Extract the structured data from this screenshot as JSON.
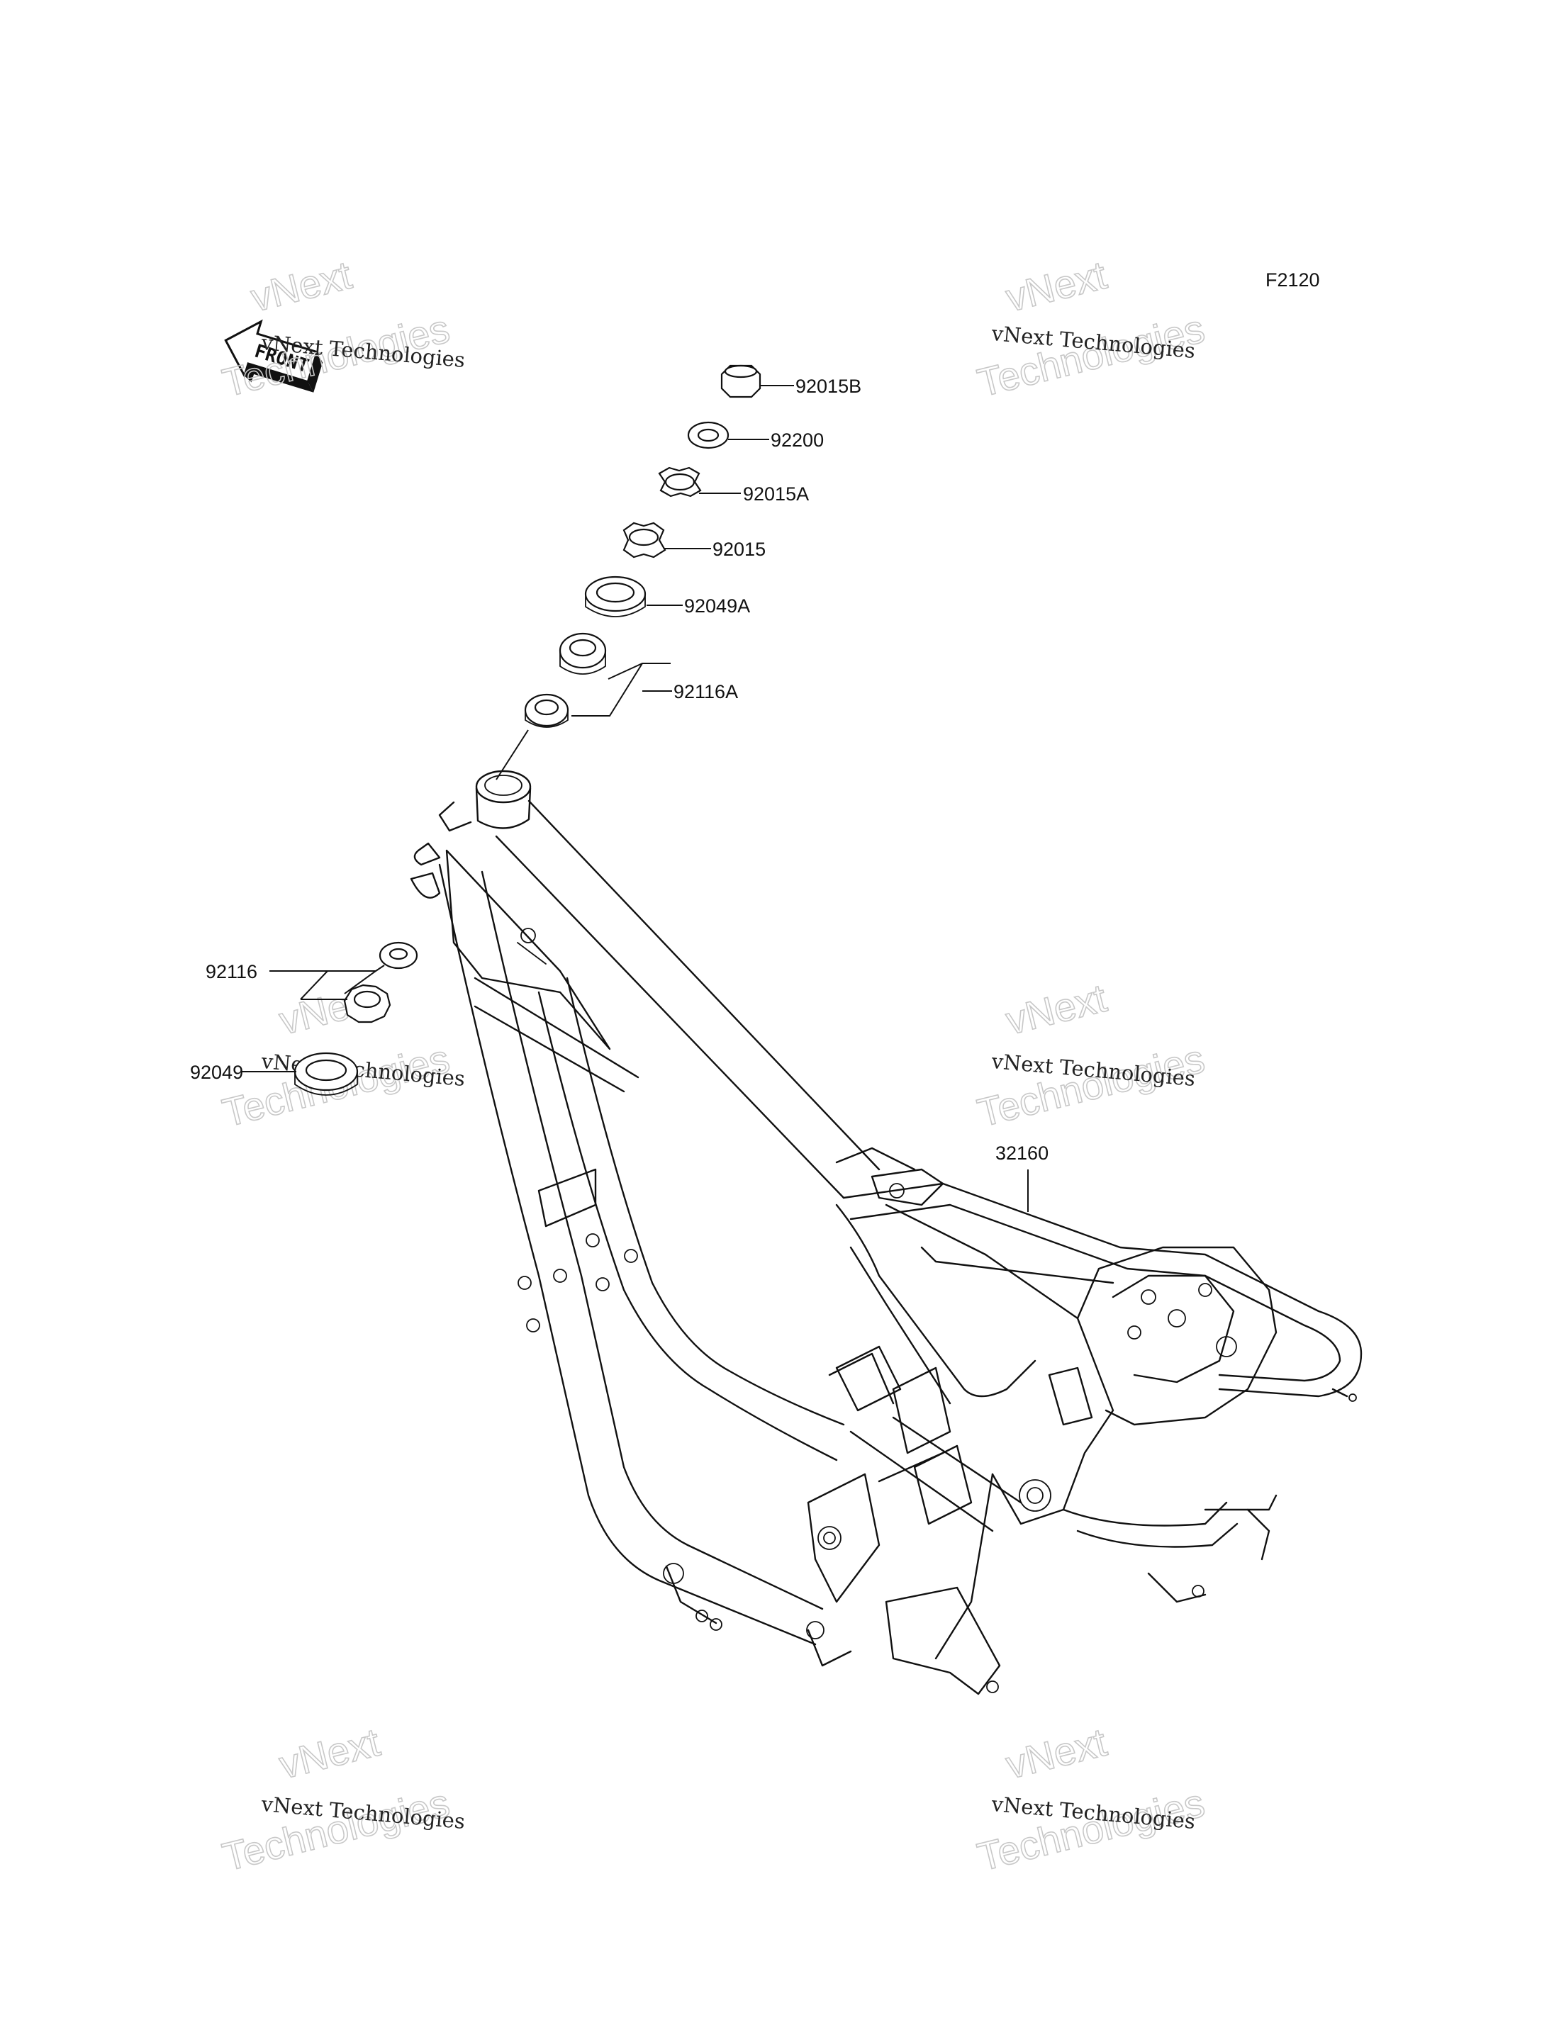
{
  "diagram": {
    "code": "F2120",
    "front_label": "FRONT",
    "watermark": {
      "line1": "vNext Technologies",
      "line2a": "vNext",
      "line2b": "Technologies"
    },
    "parts": [
      {
        "id": "92015B",
        "label": "92015B"
      },
      {
        "id": "92200",
        "label": "92200"
      },
      {
        "id": "92015A",
        "label": "92015A"
      },
      {
        "id": "92015",
        "label": "92015"
      },
      {
        "id": "92049A",
        "label": "92049A"
      },
      {
        "id": "92116A",
        "label": "92116A"
      },
      {
        "id": "92116",
        "label": "92116"
      },
      {
        "id": "92049",
        "label": "92049"
      },
      {
        "id": "32160",
        "label": "32160"
      }
    ]
  }
}
